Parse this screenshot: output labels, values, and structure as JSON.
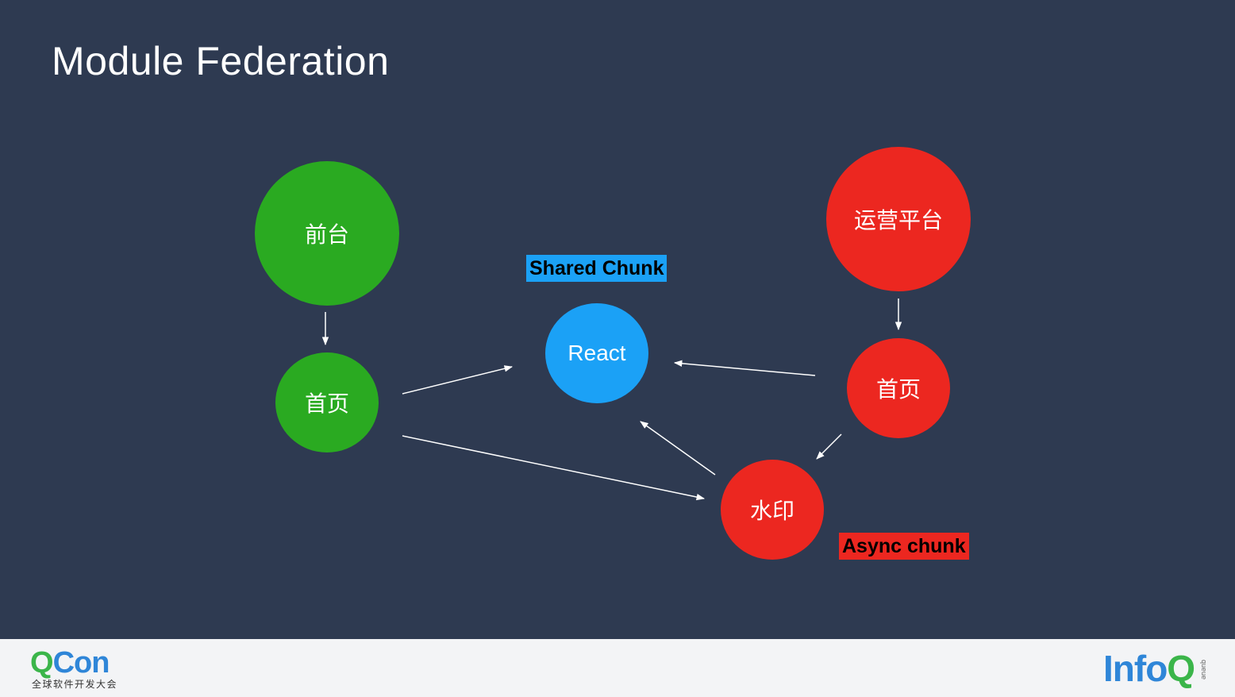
{
  "slide": {
    "title": "Module Federation"
  },
  "nodes": {
    "qiantai": "前台",
    "qiantai_home": "首页",
    "react": "React",
    "yunying": "运营平台",
    "yunying_home": "首页",
    "shuiyin": "水印"
  },
  "tags": {
    "shared_chunk": "Shared Chunk",
    "async_chunk": "Async chunk"
  },
  "colors": {
    "background": "#2e3a51",
    "green": "#2aaa21",
    "blue": "#1ba1f6",
    "red": "#ec2720"
  },
  "footer": {
    "qcon_q": "Q",
    "qcon_con": "Con",
    "qcon_subtitle": "全球软件开发大会",
    "infoq_info": "Info",
    "infoq_q": "Q",
    "infoq_subtitle": "queue"
  }
}
